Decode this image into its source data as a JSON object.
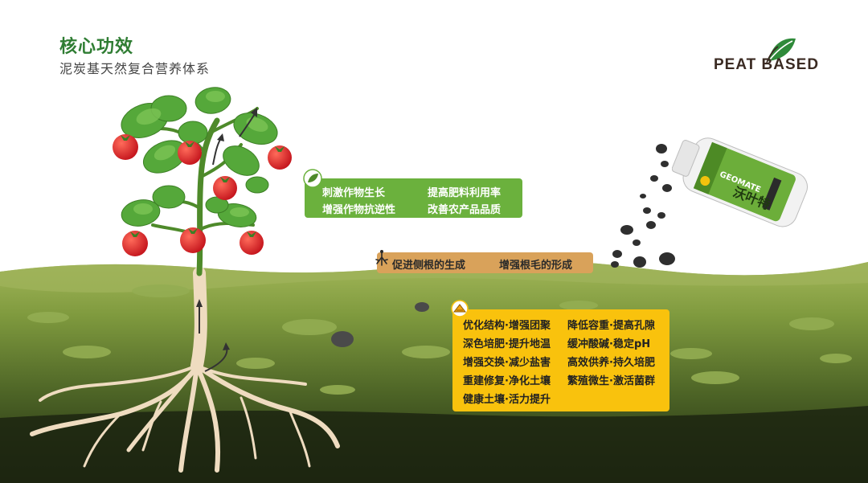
{
  "header": {
    "title": "核心功效",
    "subtitle": "泥炭基天然复合营养体系"
  },
  "logo": {
    "text": "PEAT BASED"
  },
  "product": {
    "brand_text": "GEOMATE",
    "name_text": "沃叶特"
  },
  "panels": {
    "growth": {
      "icon": "leaf-icon",
      "items": [
        "刺激作物生长",
        "提高肥料利用率",
        "增强作物抗逆性",
        "改善农产品品质"
      ]
    },
    "root": {
      "icon": "root-icon",
      "items": [
        "促进侧根的生成",
        "增强根毛的形成"
      ]
    },
    "soil": {
      "icon": "soil-icon",
      "items": [
        "优化结构·增强团聚",
        "降低容重·提高孔隙",
        "深色培肥·提升地温",
        "缓冲酸碱·稳定pH",
        "增强交换·减少盐害",
        "高效供养·持久培肥",
        "重建修复·净化土壤",
        "繁殖微生·激活菌群",
        "健康土壤·活力提升"
      ]
    }
  },
  "colors": {
    "title_green": "#2f7d33",
    "panel_green": "#6bb13d",
    "panel_tan": "#d9a25a",
    "panel_yellow": "#f9c20d",
    "soil_top": "#8fa74a",
    "soil_deep": "#2c3a18"
  }
}
